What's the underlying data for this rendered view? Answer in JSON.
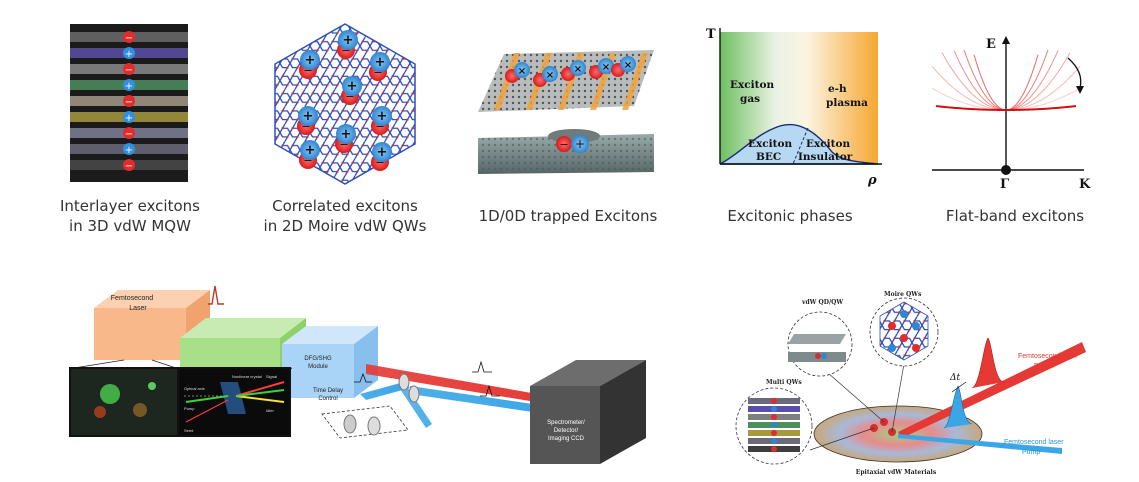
{
  "captions": {
    "p1_line1": "Interlayer excitons",
    "p1_line2": "in 3D vdW MQW",
    "p2_line1": "Correlated excitons",
    "p2_line2": "in 2D Moire vdW QWs",
    "p3": "1D/0D trapped Excitons",
    "p4": "Excitonic phases",
    "p5": "Flat-band excitons"
  },
  "phase_diagram": {
    "y_axis": "T",
    "x_axis": "ρ",
    "gas": [
      "Exciton",
      "gas"
    ],
    "plasma": [
      "e-h",
      "plasma"
    ],
    "bec": [
      "Exciton",
      "BEC"
    ],
    "insulator": [
      "Exciton",
      "Insulator"
    ]
  },
  "flatband": {
    "y_axis": "E",
    "origin": "Γ",
    "x_axis": "K"
  },
  "setup": {
    "laser": [
      "Femtosecond",
      "Laser"
    ],
    "module": [
      "DFG/SHG",
      "Module"
    ],
    "delay": [
      "Time Delay",
      "Control"
    ],
    "detector": [
      "Spectrometer/",
      "Detector/",
      "Imaging CCD"
    ],
    "inset_labels": [
      "Optical axis",
      "Nonlinear crystal",
      "Signal",
      "Pump",
      "Idler",
      "Seed"
    ]
  },
  "sample": {
    "vdw_qd": "vdW QD/QW",
    "moire": "Moire QWs",
    "multi": "Multi QWs",
    "material": "Epitaxial vdW Materials",
    "delta": "Δt",
    "probe": [
      "Femtosecond laser",
      "Probe"
    ],
    "pump": [
      "Femtosecond laser",
      "Pump"
    ]
  },
  "colors": {
    "red": "#e53935",
    "blue": "#3ba6e6",
    "green": "#7bbf6a",
    "orange": "#f7a940"
  }
}
